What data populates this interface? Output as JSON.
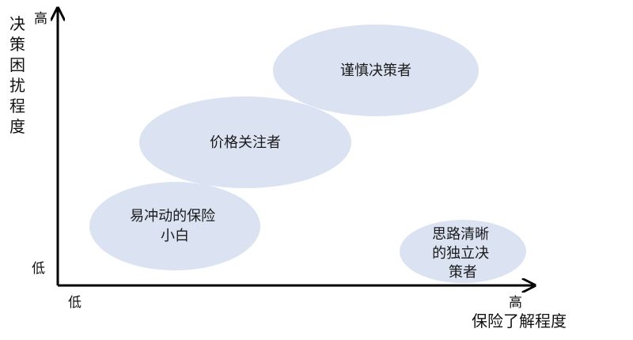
{
  "y_axis": {
    "title_chars": [
      "决",
      "策",
      "困",
      "扰",
      "程",
      "度"
    ],
    "high": "高",
    "low": "低"
  },
  "x_axis": {
    "title": "保险了解程度",
    "low": "低",
    "high": "高"
  },
  "clusters": [
    {
      "id": "impulsive",
      "lines": [
        "易冲动的保险",
        "小白"
      ]
    },
    {
      "id": "price",
      "lines": [
        "价格关注者"
      ]
    },
    {
      "id": "cautious",
      "lines": [
        "谨慎决策者"
      ]
    },
    {
      "id": "independent",
      "lines": [
        "思路清晰",
        "的独立决",
        "策者"
      ]
    }
  ],
  "colors": {
    "ellipse_fill": "#dbe3f2",
    "axis": "#000000"
  }
}
